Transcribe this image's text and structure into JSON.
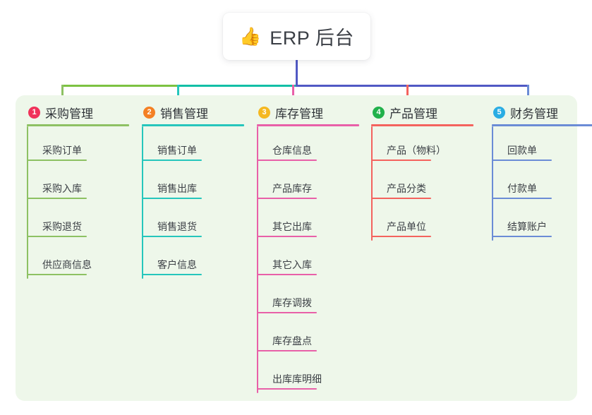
{
  "root": {
    "emoji": "👍",
    "emoji_name": "thumbs-up-icon",
    "title": "ERP 后台"
  },
  "colors": {
    "panel_bg": "#eef7ea",
    "canvas_bg": "#ffffff",
    "title_text": "#3b3f46",
    "trunk": "#5159c4",
    "bus_left": "#7cc242",
    "bus_mid": "#13bfa6",
    "bus_right": "#5159c4"
  },
  "columns": [
    {
      "number": "1",
      "title": "采购管理",
      "badge_color": "#f0325a",
      "line_color": "#8dc163",
      "items": [
        {
          "label": "采购订单"
        },
        {
          "label": "采购入库"
        },
        {
          "label": "采购退货"
        },
        {
          "label": "供应商信息"
        }
      ]
    },
    {
      "number": "2",
      "title": "销售管理",
      "badge_color": "#f48024",
      "line_color": "#26c6bc",
      "items": [
        {
          "label": "销售订单"
        },
        {
          "label": "销售出库"
        },
        {
          "label": "销售退货"
        },
        {
          "label": "客户信息"
        }
      ]
    },
    {
      "number": "3",
      "title": "库存管理",
      "badge_color": "#f5b820",
      "line_color": "#e860a8",
      "items": [
        {
          "label": "仓库信息"
        },
        {
          "label": "产品库存"
        },
        {
          "label": "其它出库"
        },
        {
          "label": "其它入库"
        },
        {
          "label": "库存调拨"
        },
        {
          "label": "库存盘点"
        },
        {
          "label": "出库库明细"
        }
      ]
    },
    {
      "number": "4",
      "title": "产品管理",
      "badge_color": "#21b14b",
      "line_color": "#f4635e",
      "items": [
        {
          "label": "产品（物料）"
        },
        {
          "label": "产品分类"
        },
        {
          "label": "产品单位"
        }
      ]
    },
    {
      "number": "5",
      "title": "财务管理",
      "badge_color": "#2aade3",
      "line_color": "#6b8cd6",
      "items": [
        {
          "label": "回款单"
        },
        {
          "label": "付款单"
        },
        {
          "label": "结算账户"
        }
      ]
    }
  ]
}
